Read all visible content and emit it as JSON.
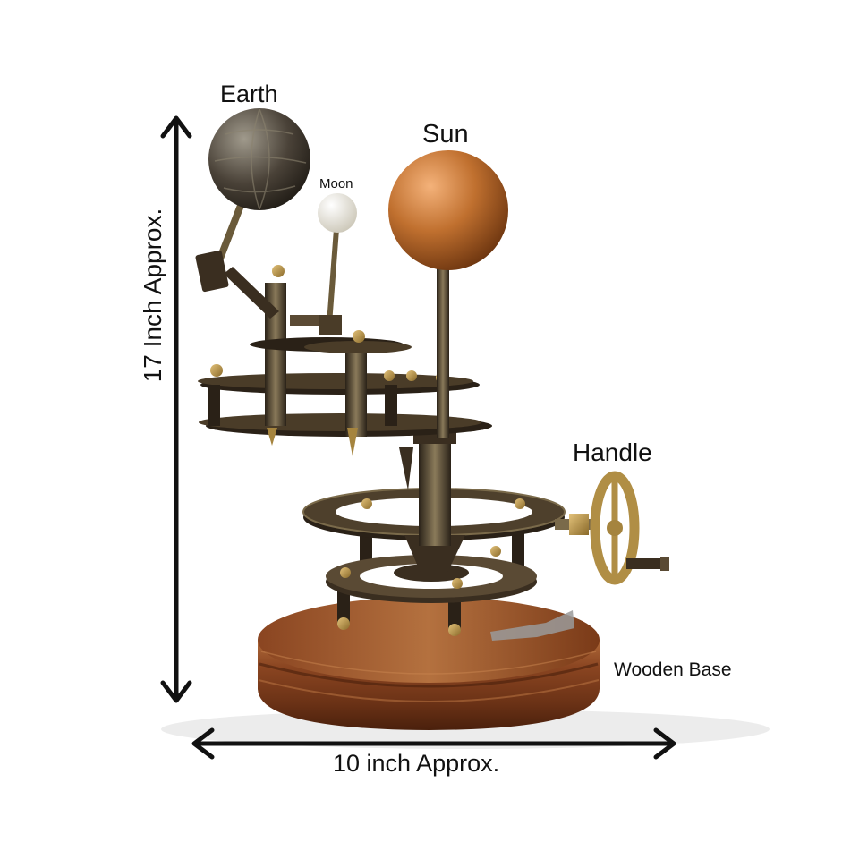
{
  "labels": {
    "earth": "Earth",
    "sun": "Sun",
    "moon": "Moon",
    "handle": "Handle",
    "wooden_base": "Wooden Base",
    "width": "10 inch Approx.",
    "height": "17 Inch Approx."
  },
  "colors": {
    "background": "#ffffff",
    "arrow": "#111111",
    "brass": "#a5843e",
    "bronze": "#3a2e20",
    "sun": "#c0702f",
    "wood": "#7a3c1a",
    "moon": "#e8e4d8"
  }
}
